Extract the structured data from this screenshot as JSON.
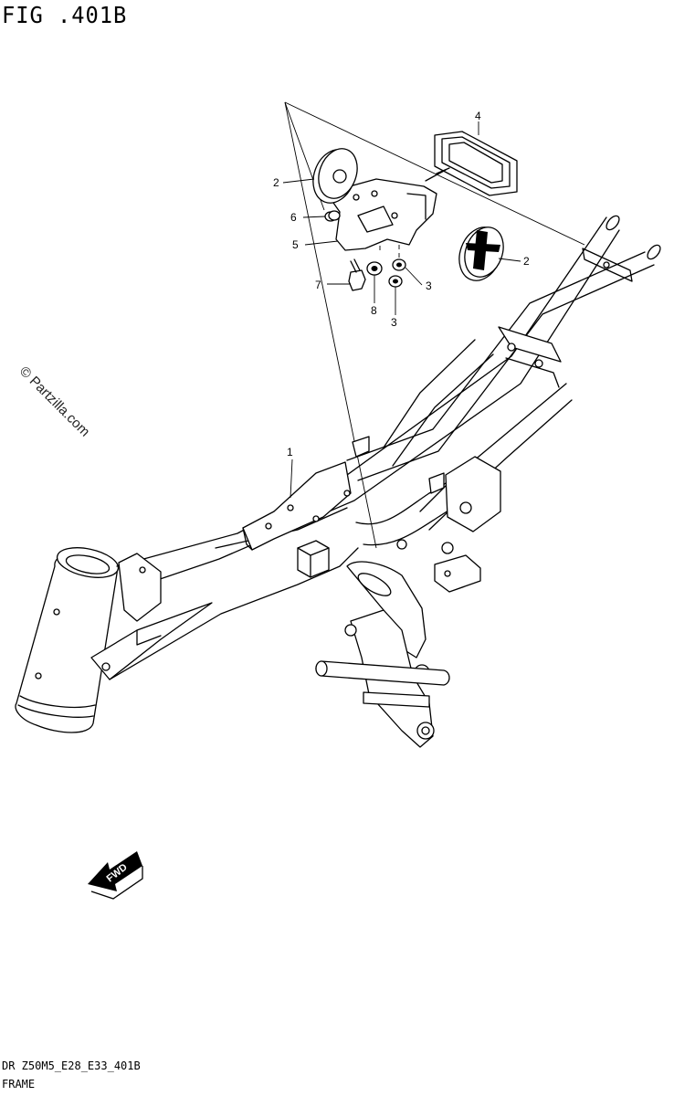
{
  "figure": {
    "title": "FIG .401B"
  },
  "watermark": "© Partzilla.com",
  "fwd_label": "FWD",
  "footer": {
    "code": "DR Z50M5_E28_E33_401B",
    "name": "FRAME"
  },
  "callouts": [
    {
      "id": "c1",
      "text": "1"
    },
    {
      "id": "c2a",
      "text": "2"
    },
    {
      "id": "c2b",
      "text": "2"
    },
    {
      "id": "c3a",
      "text": "3"
    },
    {
      "id": "c3b",
      "text": "3"
    },
    {
      "id": "c4",
      "text": "4"
    },
    {
      "id": "c5",
      "text": "5"
    },
    {
      "id": "c6",
      "text": "6"
    },
    {
      "id": "c7",
      "text": "7"
    },
    {
      "id": "c8",
      "text": "8"
    }
  ]
}
